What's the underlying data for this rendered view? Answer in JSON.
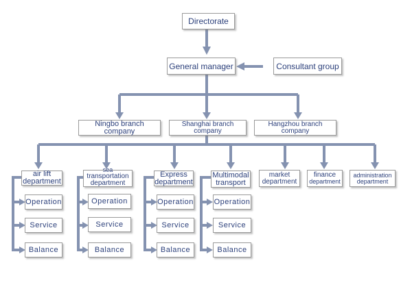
{
  "chart": {
    "line_color": "#8492b0",
    "text_color": "#2b3f7a",
    "root": "Directorate",
    "manager": "General manager",
    "consultant": "Consultant group",
    "branches": [
      "Ningbo branch company",
      "Shanghai branch company",
      "Hangzhou branch company"
    ],
    "departments": [
      {
        "line1": "air lift",
        "line2": "department",
        "leaves": [
          "Operation",
          "Service",
          "Balance"
        ]
      },
      {
        "line1": "sea",
        "line2": "transportation",
        "line3": "department",
        "leaves": [
          "Operation",
          "Service",
          "Balance"
        ]
      },
      {
        "line1": "Express",
        "line2": "department",
        "leaves": [
          "Operation",
          "Service",
          "Balance"
        ]
      },
      {
        "line1": "Multimodal",
        "line2": "transport",
        "leaves": [
          "Operation",
          "Service",
          "Balance"
        ]
      },
      {
        "line1": "market",
        "line2": "department"
      },
      {
        "line1": "finance",
        "line2": "department"
      },
      {
        "line1": "administration",
        "line2": "department"
      }
    ]
  }
}
